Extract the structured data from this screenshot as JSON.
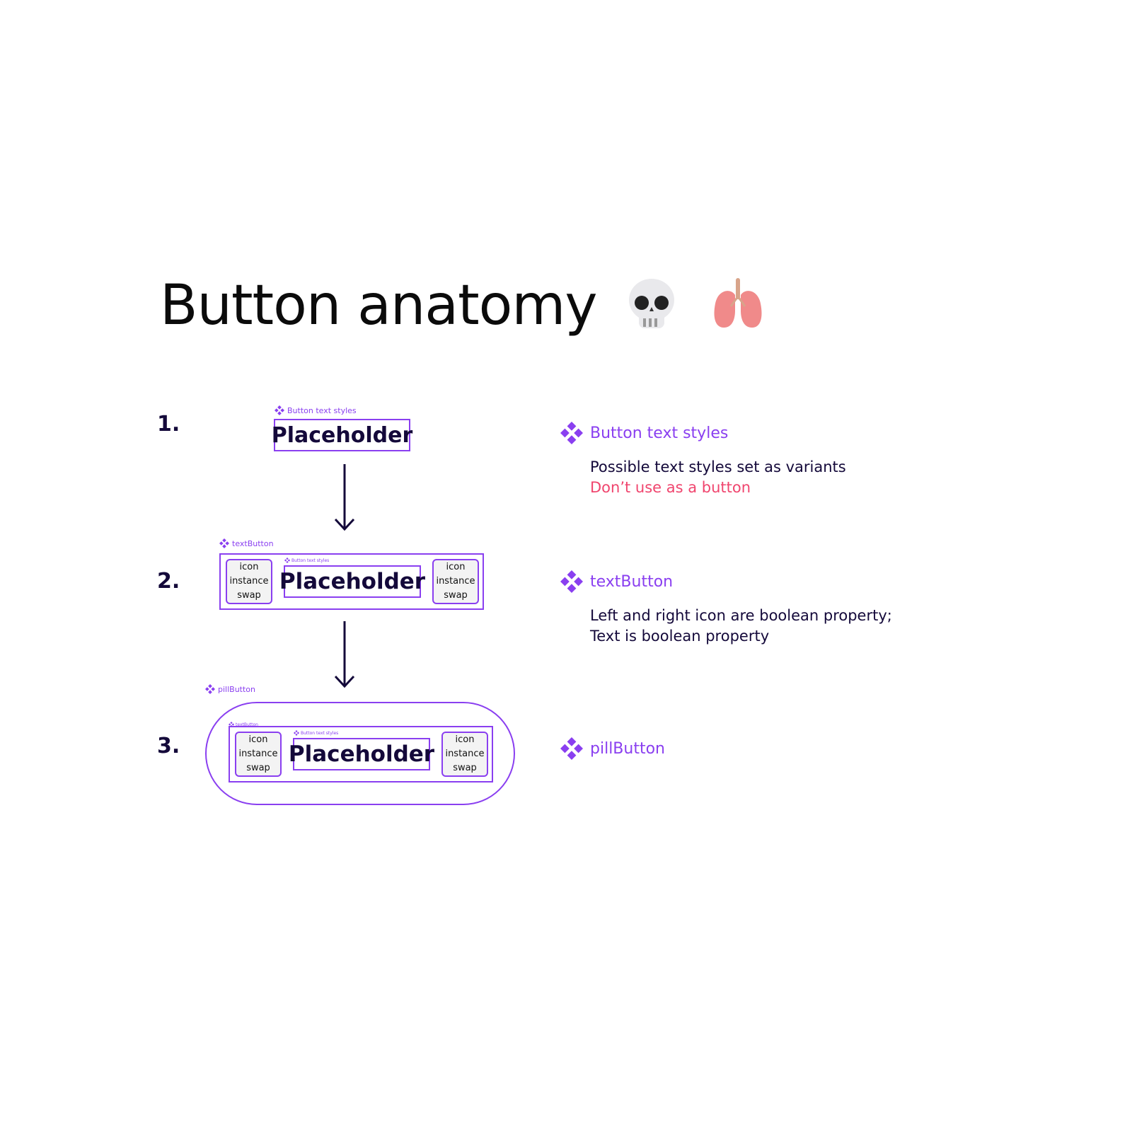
{
  "title": "Button anatomy",
  "title_emojis": [
    "skull-emoji",
    "lungs-emoji"
  ],
  "colors": {
    "accent": "#8a3ff0",
    "ink": "#14093a",
    "warning": "#f0456e",
    "icon_fill": "#f3f3f3"
  },
  "steps": [
    {
      "number": "1.",
      "component_label": "Button text styles",
      "placeholder": "Placeholder"
    },
    {
      "number": "2.",
      "component_label": "textButton",
      "inner_label": "Button text styles",
      "placeholder": "Placeholder",
      "left_icon": [
        "icon",
        "instance",
        "swap"
      ],
      "right_icon": [
        "icon",
        "instance",
        "swap"
      ]
    },
    {
      "number": "3.",
      "component_label": "pillButton",
      "inner_label": "textButton",
      "innermost_label": "Button text styles",
      "placeholder": "Placeholder",
      "left_icon": [
        "icon",
        "instance",
        "swap"
      ],
      "right_icon": [
        "icon",
        "instance",
        "swap"
      ]
    }
  ],
  "descriptions": [
    {
      "title": "Button text styles",
      "lines": [
        "Possible text styles set as variants"
      ],
      "warning": "Don’t use as a button"
    },
    {
      "title": "textButton",
      "lines": [
        "Left and right icon are boolean property;",
        "Text is boolean property"
      ]
    },
    {
      "title": "pillButton",
      "lines": []
    }
  ]
}
